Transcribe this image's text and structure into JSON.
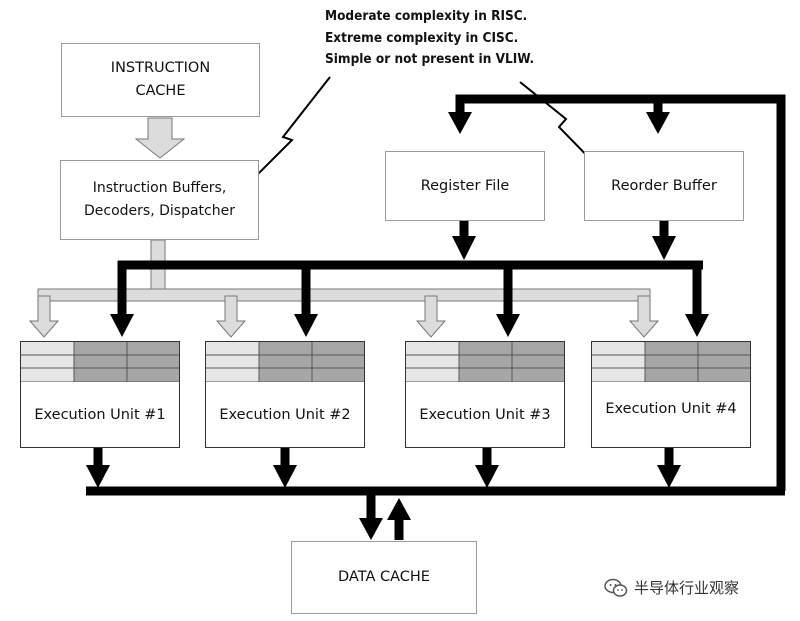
{
  "blocks": {
    "instruction_cache": "INSTRUCTION\nCACHE",
    "decoder": "Instruction Buffers,\nDecoders, Dispatcher",
    "register_file": "Register File",
    "reorder_buffer": "Reorder Buffer",
    "data_cache": "DATA CACHE"
  },
  "execution_units": [
    "Execution Unit #1",
    "Execution Unit #2",
    "Execution Unit #3",
    "Execution Unit #4"
  ],
  "annotation": [
    "Moderate complexity in RISC.",
    "Extreme complexity in CISC.",
    "Simple or not present in VLIW."
  ],
  "watermark": {
    "text": "半导体行业观察",
    "icon": "wechat-icon"
  },
  "colors": {
    "bus": "#000000",
    "dispatch_path": "#d9d9d9",
    "register_light": "#e6e6e6",
    "register_dark": "#a6a6a6",
    "box_border": "#9a9a9a"
  }
}
